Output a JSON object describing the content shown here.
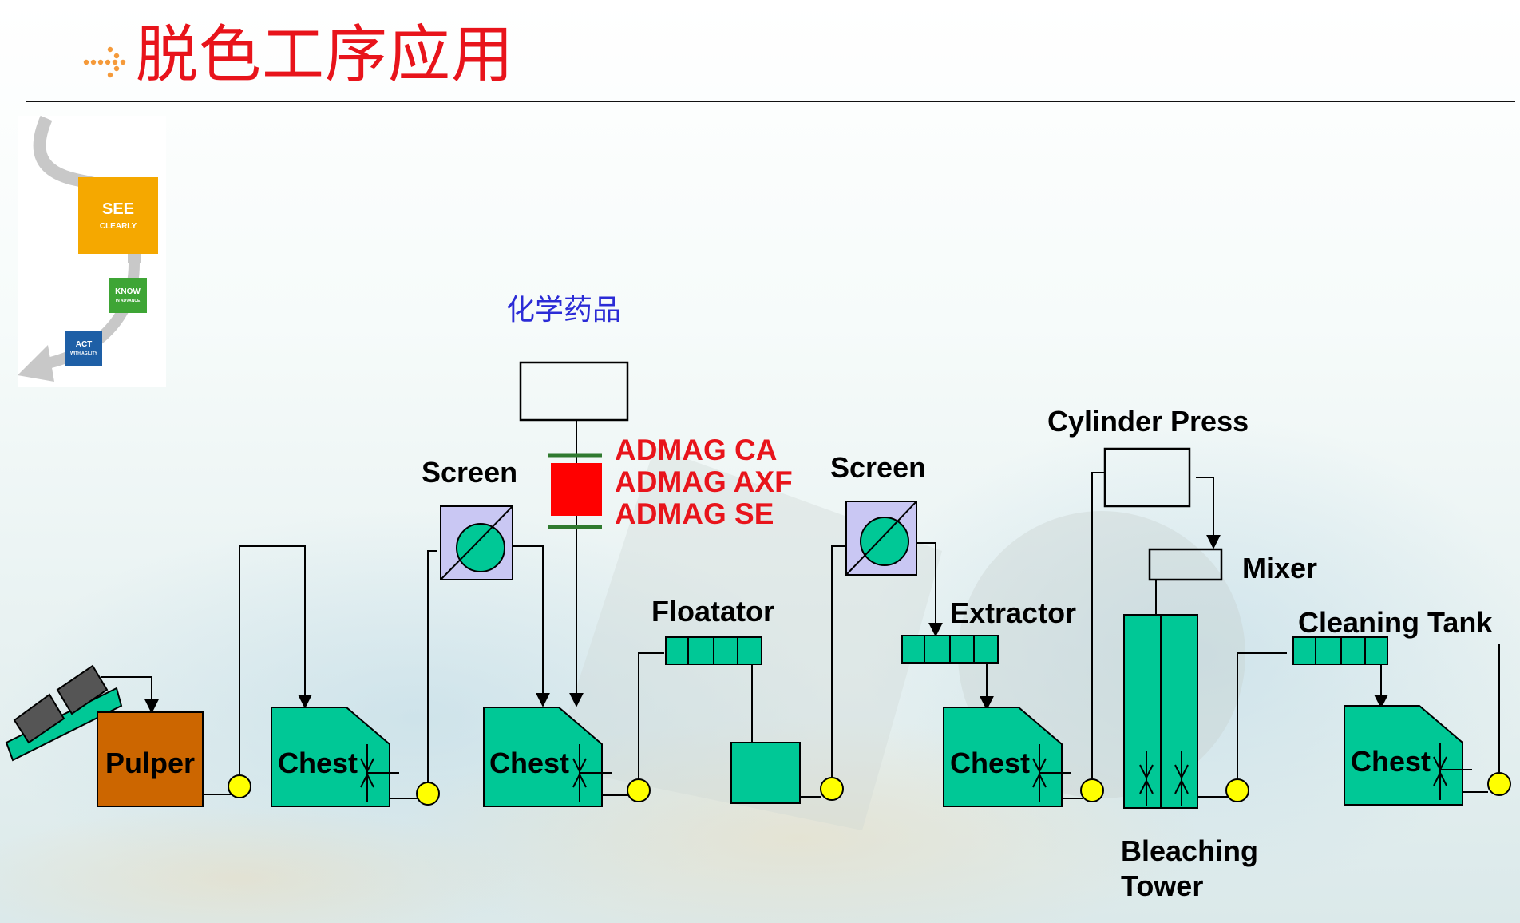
{
  "title": "脱色工序应用",
  "logo": {
    "see": "SEE",
    "see_sub": "CLEARLY",
    "know": "KNOW",
    "know_sub": "IN ADVANCE",
    "act": "ACT",
    "act_sub": "WITH AGILITY"
  },
  "chemicals_label": "化学药品",
  "flowmeters": [
    "ADMAG CA",
    "ADMAG AXF",
    "ADMAG SE"
  ],
  "equipment": {
    "pulper": "Pulper",
    "chest": "Chest",
    "screen": "Screen",
    "floatator": "Floatator",
    "extractor": "Extractor",
    "cylinder_press": "Cylinder Press",
    "mixer": "Mixer",
    "cleaning_tank": "Cleaning Tank",
    "bleaching_tower_line1": "Bleaching",
    "bleaching_tower_line2": "Tower"
  },
  "colors": {
    "title_red": "#e8141b",
    "equipment_green": "#00c896",
    "pulper_orange": "#cc6600",
    "pump_yellow": "#ffff00",
    "flowmeter_red": "#ff0000",
    "screen_lilac": "#c9c7f3",
    "chemical_blue": "#2b2bd6"
  }
}
